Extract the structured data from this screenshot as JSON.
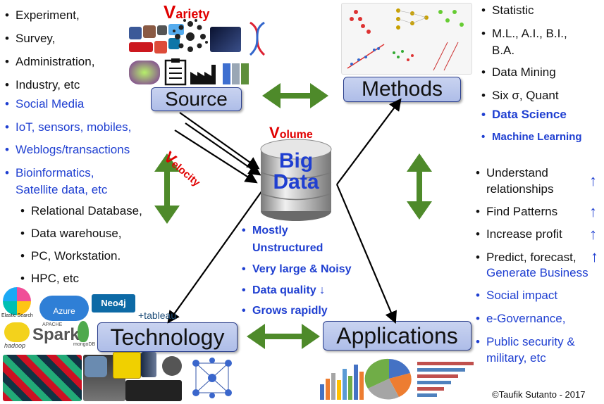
{
  "boxes": {
    "source": "Source",
    "methods": "Methods",
    "technology": "Technology",
    "applications": "Applications"
  },
  "center": {
    "line1": "Big",
    "line2": "Data"
  },
  "labels": {
    "variety_initial": "V",
    "variety_rest": "ariety",
    "volume_initial": "V",
    "volume_rest": "olume",
    "velocity_initial": "V",
    "velocity_rest": "elocity"
  },
  "source_items": [
    "Experiment,",
    "Survey,",
    "Administration,",
    "Industry, etc"
  ],
  "source_items_blue": [
    "Social Media",
    "IoT, sensors, mobiles,",
    "Weblogs/transactions",
    "Bioinformatics,",
    "Satellite data, etc"
  ],
  "tech_items": [
    "Relational Database,",
    "Data warehouse,",
    "PC, Workstation.",
    "HPC, etc"
  ],
  "methods_items": [
    "Statistic",
    "M.L., A.I., B.I.,",
    "B.A.",
    "Data Mining",
    "Six σ, Quant"
  ],
  "methods_items_blue": [
    "Data Science",
    "Machine Learning"
  ],
  "apps_items": [
    "Understand",
    "relationships",
    "Find Patterns",
    "Increase profit",
    "Predict, forecast,"
  ],
  "apps_items_blue": [
    "Generate Business",
    "Social impact",
    "e-Governance,",
    "Public security &",
    "military, etc"
  ],
  "bigdata_props": [
    "Mostly",
    "Unstructured",
    "Very large & Noisy",
    "Data quality ↓",
    "Grows rapidly"
  ],
  "tech_logos": {
    "elastic": "Elastic Search",
    "azure": "Azure",
    "neo4j": "Neo4j",
    "tableau": "+tableau",
    "hadoop": "hadoop",
    "spark": "Spark",
    "mongo": "mongoDB",
    "apache": "APACHE"
  },
  "copyright": "©Taufik Sutanto - 2017",
  "colors": {
    "box_fill": "#b8c6ee",
    "green_arrow": "#4e8a2a",
    "blue_text": "#1f3fd1",
    "red_text": "#e00000"
  }
}
